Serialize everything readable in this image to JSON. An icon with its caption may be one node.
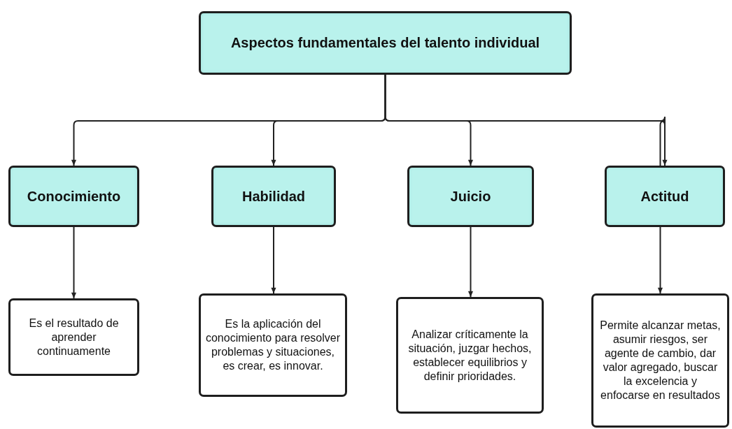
{
  "diagram": {
    "nodes": [
      {
        "text": [
          "Aspectos fundamentales del talento individual"
        ]
      },
      {
        "text": [
          "Conocimiento"
        ]
      },
      {
        "text": [
          "Habilidad"
        ]
      },
      {
        "text": [
          "Juicio"
        ]
      },
      {
        "text": [
          "Actitud"
        ]
      },
      {
        "text": [
          "Es el resultado de aprender continuamente"
        ]
      },
      {
        "text": [
          "Es la aplicación del conocimiento para resolver problemas y situaciones, es crear, es innovar."
        ]
      },
      {
        "text": [
          "Analizar críticamente la situación, juzgar hechos, establecer equilibrios y definir prioridades."
        ]
      },
      {
        "text": [
          "Permite alcanzar metas, asumir riesgos, ser agente de cambio, dar valor agregado, buscar la excelencia y enfocarse en resultados"
        ]
      }
    ],
    "edges": [
      {
        "from": 0,
        "to": 1,
        "arrow": "to"
      },
      {
        "from": 0,
        "to": 2,
        "arrow": "to"
      },
      {
        "from": 0,
        "to": 3,
        "arrow": "to"
      },
      {
        "from": 0,
        "to": 4,
        "arrow": "to"
      },
      {
        "from": 1,
        "to": 5,
        "arrow": "to"
      },
      {
        "from": 2,
        "to": 6,
        "arrow": "to"
      },
      {
        "from": 3,
        "to": 7,
        "arrow": "to"
      },
      {
        "from": 4,
        "to": 8,
        "arrow": "to"
      }
    ]
  }
}
